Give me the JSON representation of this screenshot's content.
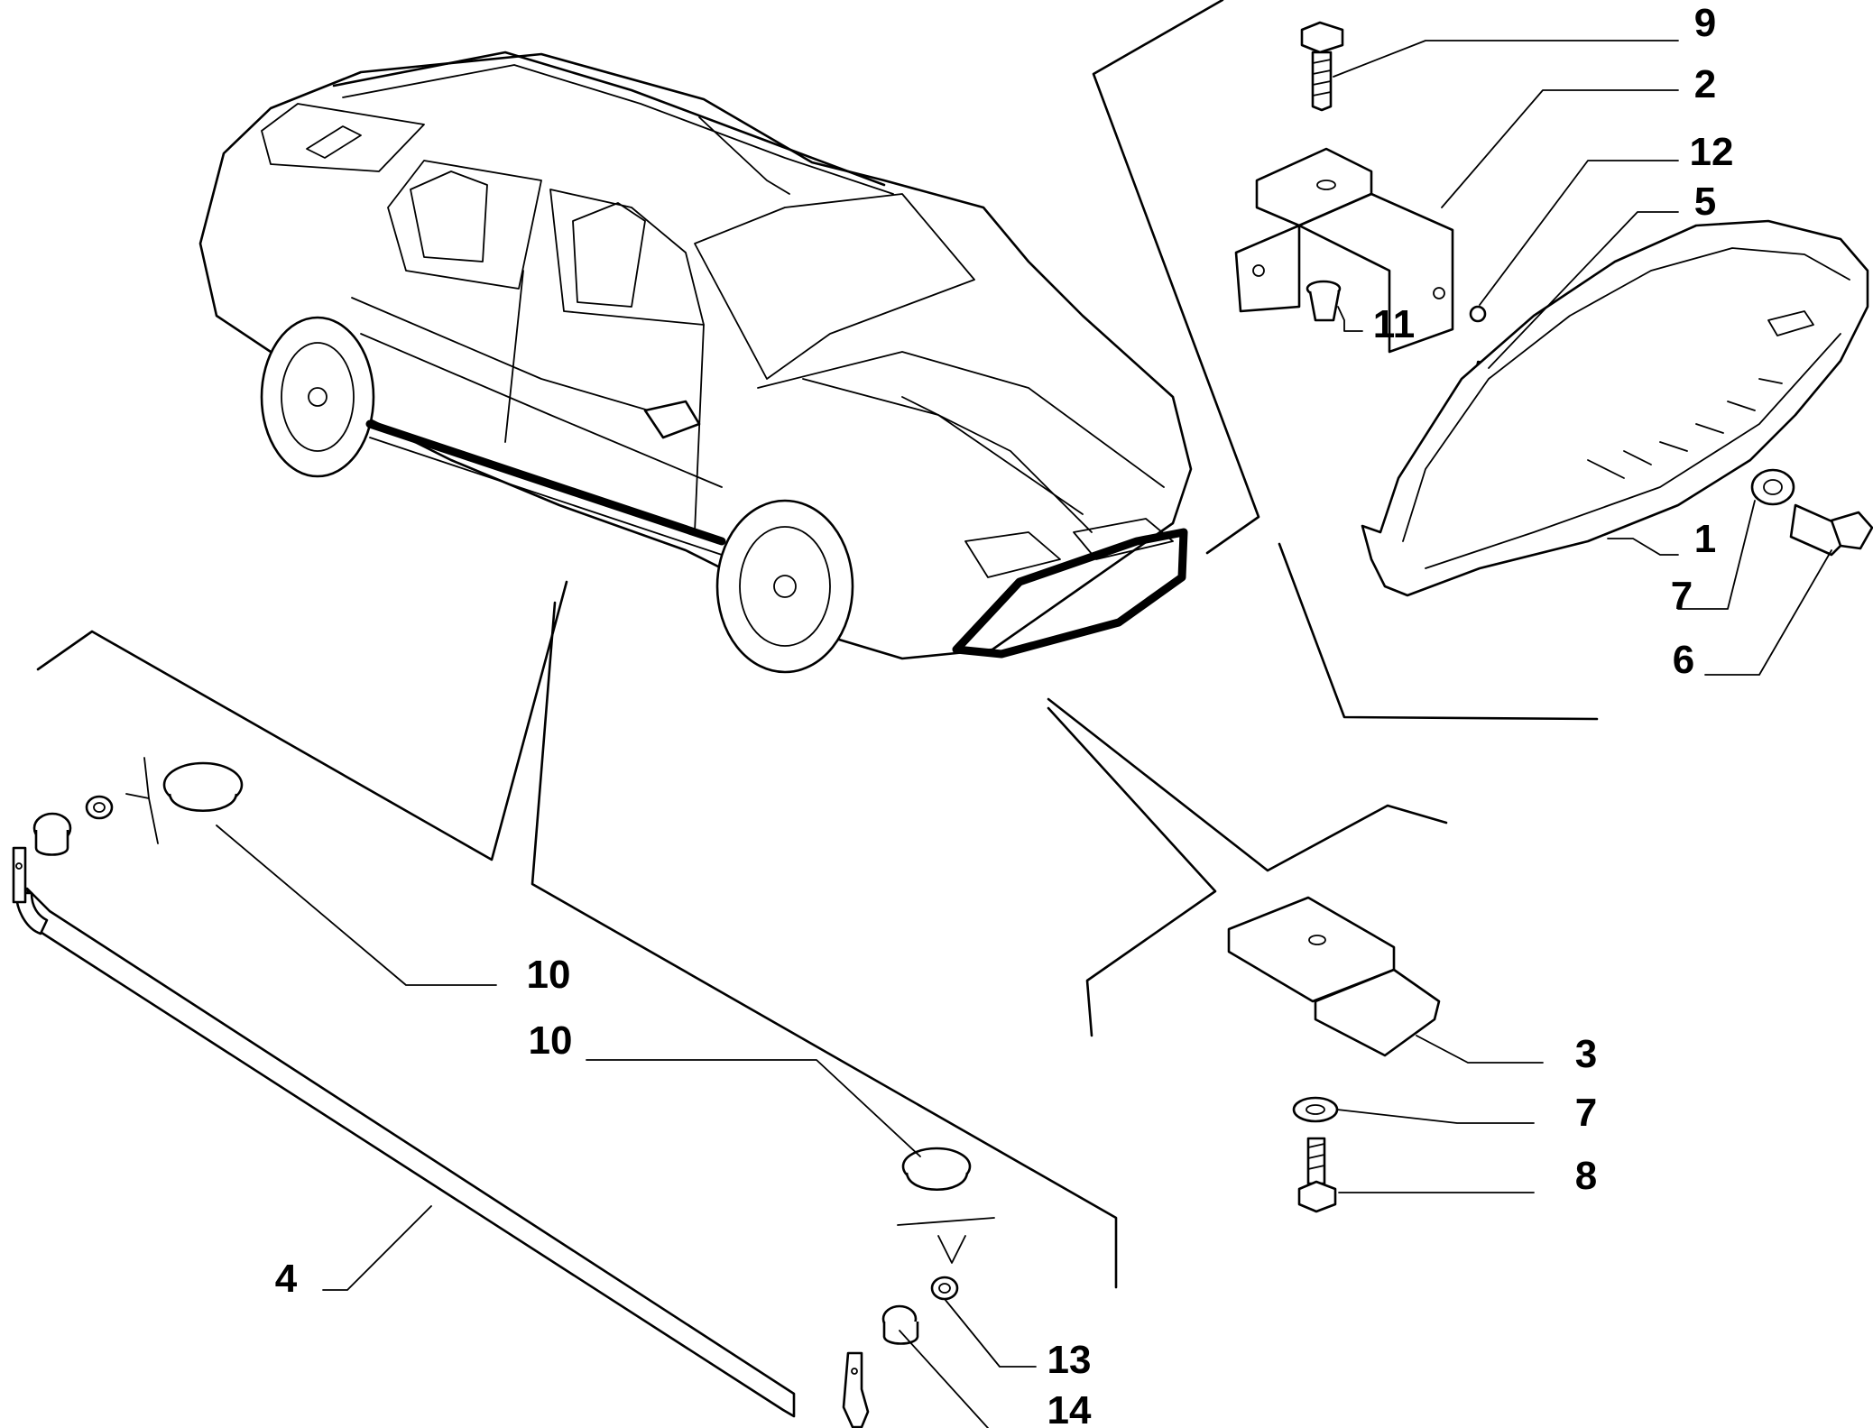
{
  "labels": {
    "part_1": "1",
    "part_2": "2",
    "part_3": "3",
    "part_4": "4",
    "part_5": "5",
    "part_6": "6",
    "part_7_upper": "7",
    "part_7_lower": "7",
    "part_8": "8",
    "part_9": "9",
    "part_10_left": "10",
    "part_10_right": "10",
    "part_11": "11",
    "part_12": "12",
    "part_13": "13",
    "part_14": "14"
  },
  "colors": {
    "line": "#000000",
    "background": "#ffffff"
  }
}
